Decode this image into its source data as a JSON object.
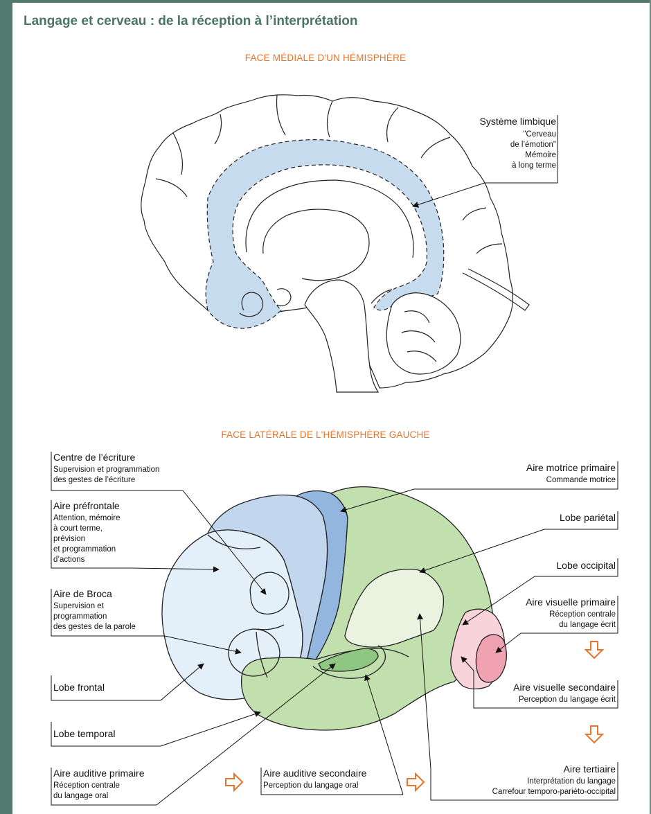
{
  "title": "Langage et cerveau : de la réception à l’interprétation",
  "medial": {
    "heading": "FACE MÉDIALE D'UN HÉMISPHÈRE",
    "limbic": {
      "label": "Système limbique",
      "lines": [
        "\"Cerveau",
        "de l’émotion\"",
        "Mémoire",
        "à long terme"
      ]
    }
  },
  "lateral": {
    "heading": "FACE LATÉRALE DE L'HÉMISPHÈRE GAUCHE",
    "writing_center": {
      "label": "Centre de l’écriture",
      "lines": [
        "Supervision et programmation",
        "des gestes de l’écriture"
      ]
    },
    "prefrontal": {
      "label": "Aire préfrontale",
      "lines": [
        "Attention, mémoire",
        "à court terme,",
        "prévision",
        "et programmation",
        "d’actions"
      ]
    },
    "broca": {
      "label": "Aire de Broca",
      "lines": [
        "Supervision et",
        "programmation",
        "des gestes de la parole"
      ]
    },
    "frontal_lobe": {
      "label": "Lobe frontal"
    },
    "temporal_lobe": {
      "label": "Lobe temporal"
    },
    "primary_auditory": {
      "label": "Aire auditive primaire",
      "lines": [
        "Réception centrale",
        "du langage oral"
      ]
    },
    "secondary_auditory": {
      "label": "Aire auditive secondaire",
      "lines": [
        "Perception du langage oral"
      ]
    },
    "primary_motor": {
      "label": "Aire motrice primaire",
      "lines": [
        "Commande motrice"
      ]
    },
    "parietal_lobe": {
      "label": "Lobe pariétal"
    },
    "occipital_lobe": {
      "label": "Lobe occipital"
    },
    "primary_visual": {
      "label": "Aire visuelle primaire",
      "lines": [
        "Réception centrale",
        "du langage écrit"
      ]
    },
    "secondary_visual": {
      "label": "Aire visuelle secondaire",
      "lines": [
        "Perception du langage écrit"
      ]
    },
    "tertiary": {
      "label": "Aire tertiaire",
      "lines": [
        "Interprétation du langage",
        "Carrefour temporo-pariéto-occipital"
      ]
    }
  },
  "colors": {
    "frame": "#4f7a6d",
    "title": "#4a7467",
    "heading": "#e8742a",
    "arrow_orange": "#e8742a",
    "limbic_fill": "#c7dbef",
    "frontal_fill": "#e3eff9",
    "premotor_fill": "#c2d6ee",
    "motor_fill": "#93b6de",
    "green_fill": "#c2dfae",
    "wernicke_fill": "#e9f3df",
    "auditory_fill": "#8fc682",
    "visual_secondary_fill": "#f8d3d9",
    "visual_primary_fill": "#f0a2b2"
  }
}
